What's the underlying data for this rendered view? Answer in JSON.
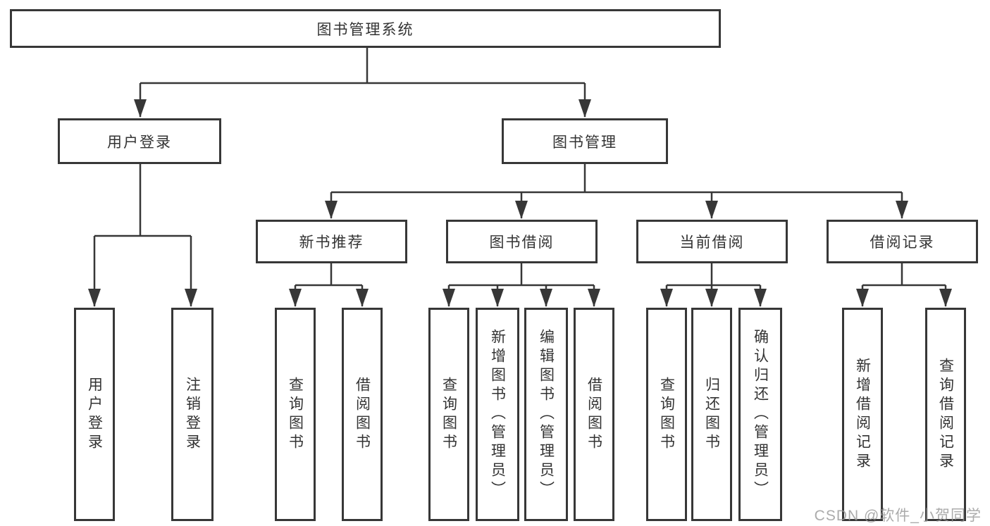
{
  "nodes": {
    "root": {
      "label": "图书管理系统"
    },
    "user_login": {
      "label": "用户登录"
    },
    "book_mgmt": {
      "label": "图书管理"
    },
    "new_book_rec": {
      "label": "新书推荐"
    },
    "book_borrow": {
      "label": "图书借阅"
    },
    "current_borrow": {
      "label": "当前借阅"
    },
    "borrow_record": {
      "label": "借阅记录"
    },
    "user_login_children": [
      {
        "label": "用户登录"
      },
      {
        "label": "注销登录"
      }
    ],
    "new_book_rec_children": [
      {
        "label": "查询图书"
      },
      {
        "label": "借阅图书"
      }
    ],
    "book_borrow_children": [
      {
        "label": "查询图书"
      },
      {
        "label": "新增图书（管理员）"
      },
      {
        "label": "编辑图书（管理员）"
      },
      {
        "label": "借阅图书"
      }
    ],
    "current_borrow_children": [
      {
        "label": "查询图书"
      },
      {
        "label": "归还图书"
      },
      {
        "label": "确认归还（管理员）"
      }
    ],
    "borrow_record_children": [
      {
        "label": "新增借阅记录"
      },
      {
        "label": "查询借阅记录"
      }
    ]
  },
  "watermark": "CSDN @软件_小贺同学",
  "colors": {
    "line": "#373737",
    "text": "#333333",
    "watermark": "#969696",
    "background": "#ffffff"
  }
}
